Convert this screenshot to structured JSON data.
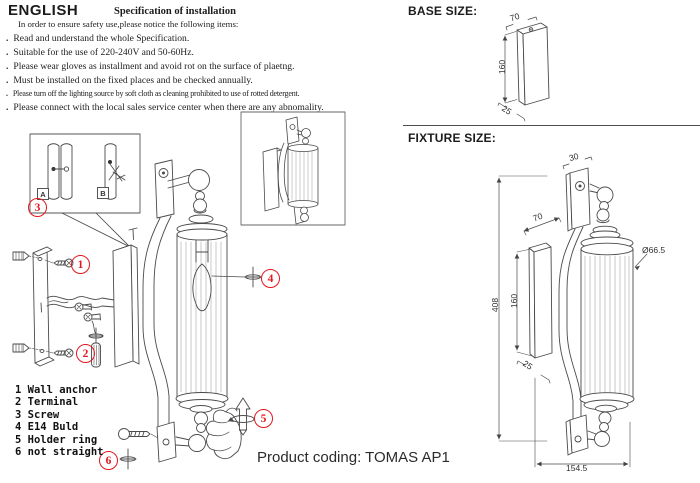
{
  "header": {
    "language": "ENGLISH",
    "title": "Specification of installation",
    "intro": "In order to ensure safety use,please notice the following items:",
    "bullet": ".",
    "items": [
      "Read and understand the whole Specification.",
      "Suitable for the use of 220-240V and 50-60Hz.",
      "Please wear gloves as installment and avoid rot on the surface of plaetng.",
      "Must be installed on the fixed places and be checked annually.",
      "Please turn off the lighting source by soft cloth as cleaning prohibited to use of rotted detergent.",
      "Please connect with the local sales service center when there are any abnomality."
    ]
  },
  "base_size": {
    "title": "BASE SIZE:",
    "width": "70",
    "height": "160",
    "depth": "25"
  },
  "fixture_size": {
    "title": "FIXTURE SIZE:",
    "bracket_width": "30",
    "arm_depth": "70",
    "shade_diameter": "Ø66.5",
    "total_height": "408",
    "backplate_height": "160",
    "backplate_depth": "25",
    "overall_width": "154.5"
  },
  "diagram": {
    "detail_a": "A",
    "detail_b": "B",
    "callouts": [
      "1",
      "2",
      "3",
      "4",
      "5",
      "6"
    ]
  },
  "parts_list": [
    "1 Wall anchor",
    "2 Terminal",
    "3 Screw",
    "4 E14 Buld",
    "5 Holder ring",
    "6 not straight"
  ],
  "footer": {
    "product_coding": "Product coding: TOMAS AP1"
  },
  "colors": {
    "accent_red": "#e3171d",
    "line_gray": "#4a4a4a"
  }
}
